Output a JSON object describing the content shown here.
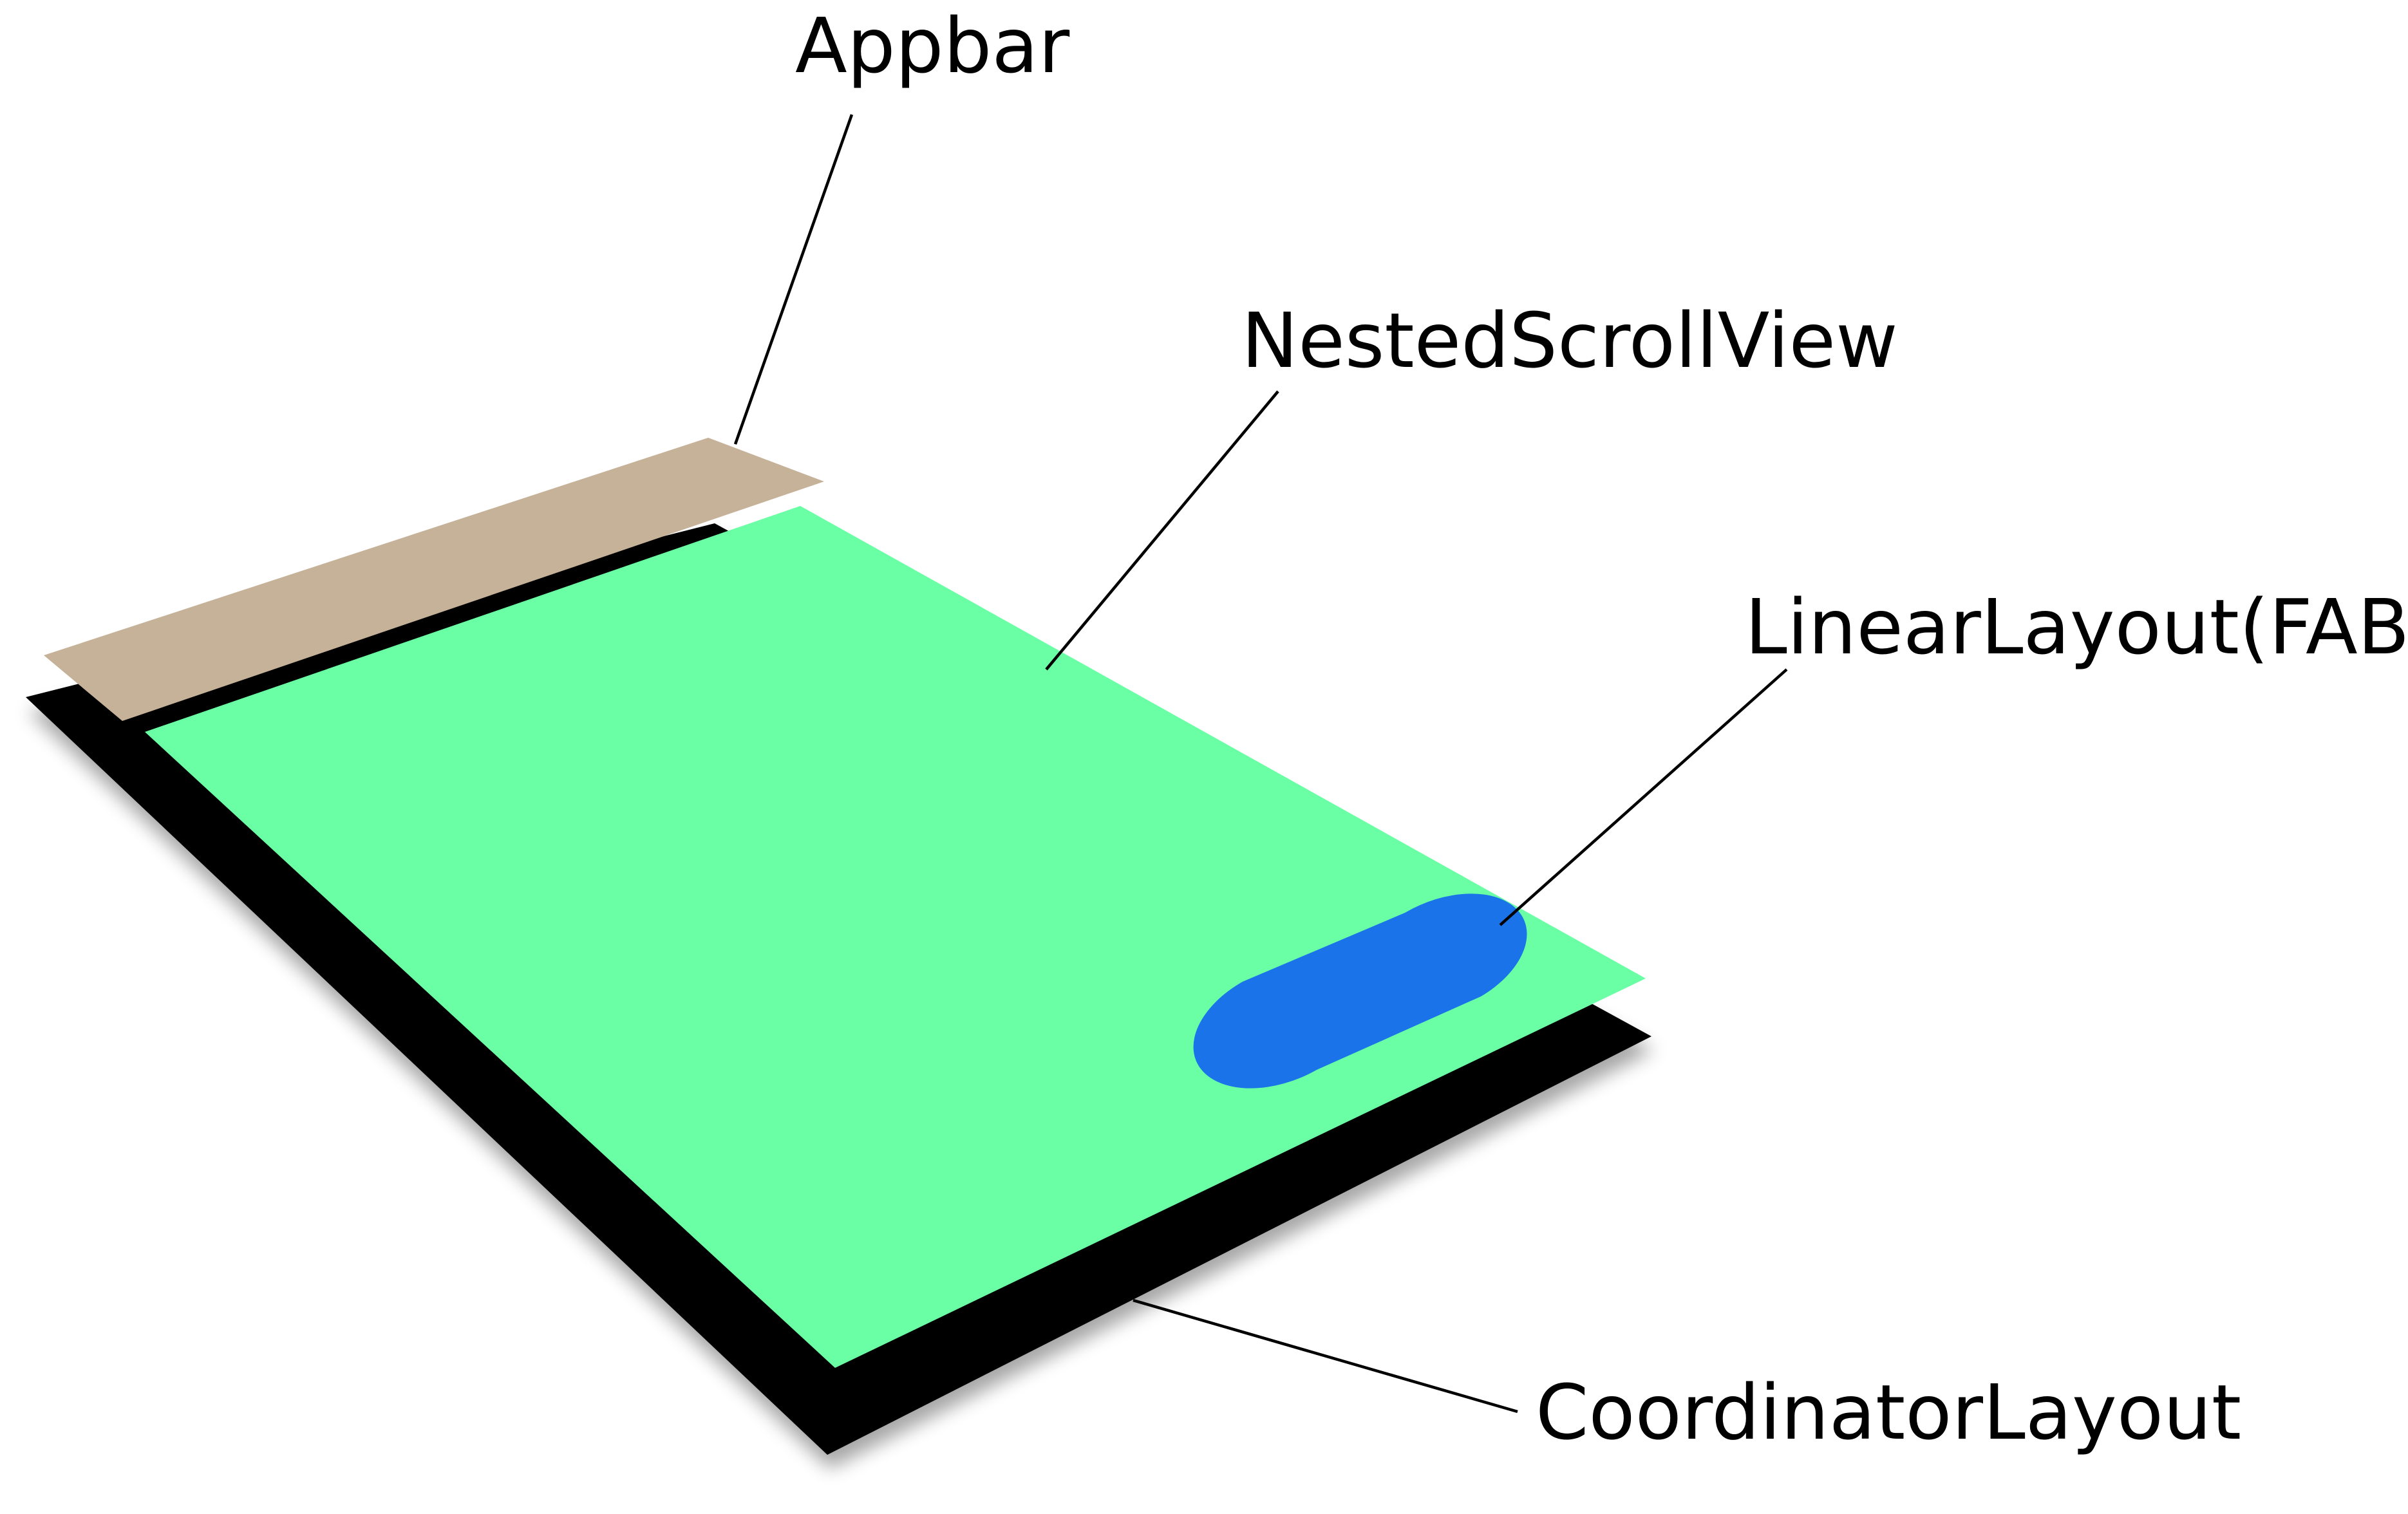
{
  "labels": {
    "appbar": "Appbar",
    "nested_scroll_view": "NestedScrollView",
    "linear_layout_fab": "LinearLayout(FAB)",
    "coordinator_layout": "CoordinatorLayout"
  },
  "colors": {
    "coordinator_layout": "#000000",
    "nested_scroll_view": "#6BFFA5",
    "appbar": "#C5B299",
    "fab": "#1A73E8",
    "label_text": "#000000",
    "background": "#FFFFFF"
  }
}
